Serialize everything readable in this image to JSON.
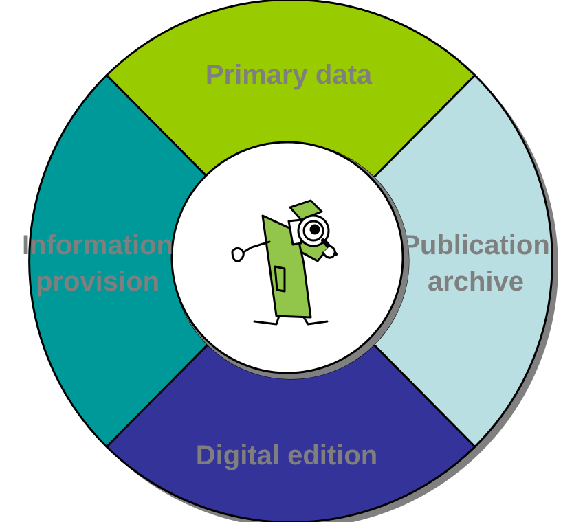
{
  "diagram": {
    "segments": [
      {
        "id": "primary-data",
        "lines": [
          "Primary data"
        ],
        "color": "#99cc00"
      },
      {
        "id": "publication-archive",
        "lines": [
          "Publication",
          "archive"
        ],
        "color": "#b9dfe3"
      },
      {
        "id": "digital-edition",
        "lines": [
          "Digital edition"
        ],
        "color": "#333399"
      },
      {
        "id": "information-provision",
        "lines": [
          "Information",
          "provision"
        ],
        "color": "#009999"
      }
    ],
    "label_color": "#7f7f7f",
    "center_icon": "detective-with-magnifying-glass-icon"
  }
}
